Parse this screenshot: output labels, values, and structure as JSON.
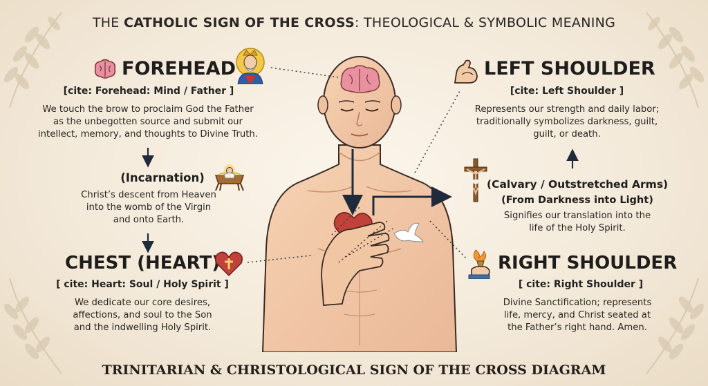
{
  "title": {
    "part1": "THE ",
    "bold": "CATHOLIC SIGN OF THE CROSS",
    "part2": ": THEOLOGICAL & SYMBOLIC MEANING"
  },
  "forehead": {
    "heading": "FOREHEAD",
    "cite": "[cite: Forehead: Mind / Father ]",
    "lines": [
      "We touch the brow to proclaim God the Father",
      "as the unbegotten source and submit our",
      "intellect, memory, and thoughts to Divine Truth."
    ]
  },
  "incarnation": {
    "heading": "(Incarnation)",
    "lines": [
      "Christ’s descent from Heaven",
      "into the womb of the Virgin",
      "and onto Earth."
    ]
  },
  "chest": {
    "heading": "CHEST (HEART)",
    "cite": "[ cite: Heart: Soul / Holy Spirit ]",
    "lines": [
      "We dedicate our core desires,",
      "affections, and soul to the Son",
      "and the indwelling Holy Spirit."
    ]
  },
  "left_shoulder": {
    "heading": "LEFT SHOULDER",
    "cite": "[cite: Left Shoulder ]",
    "lines": [
      "Represents our strength and daily labor;",
      "traditionally symbolizes darkness, guilt,",
      "guilt, or death."
    ]
  },
  "calvary": {
    "heading1": "(Calvary / Outstretched Arms)",
    "heading2": "(From Darkness into Light)",
    "lines": [
      "Signifies our translation into the",
      "life of the Holy Spirit."
    ]
  },
  "right_shoulder": {
    "heading": "RIGHT SHOULDER",
    "cite": "[ cite: Right Shoulder ]",
    "lines": [
      "Divine Sanctification; represents",
      "life, mercy, and Christ seated at",
      "the Father’s right hand. Amen."
    ]
  },
  "footer": "TRINITARIAN & CHRISTOLOGICAL SIGN OF THE CROSS DIAGRAM",
  "colors": {
    "background": "#f4ebdd",
    "skin": "#f3caa6",
    "skin_shadow": "#e4a986",
    "outline": "#3b2a22",
    "heart": "#c0423a",
    "brain": "#e9919e",
    "arrow": "#1f2a3a"
  },
  "icons": [
    "brain-icon",
    "god-the-father-icon",
    "nativity-manger-icon",
    "cross-heart-icon",
    "flexed-arm-icon",
    "crucifix-icon",
    "torch-hand-icon",
    "dove-icon"
  ]
}
